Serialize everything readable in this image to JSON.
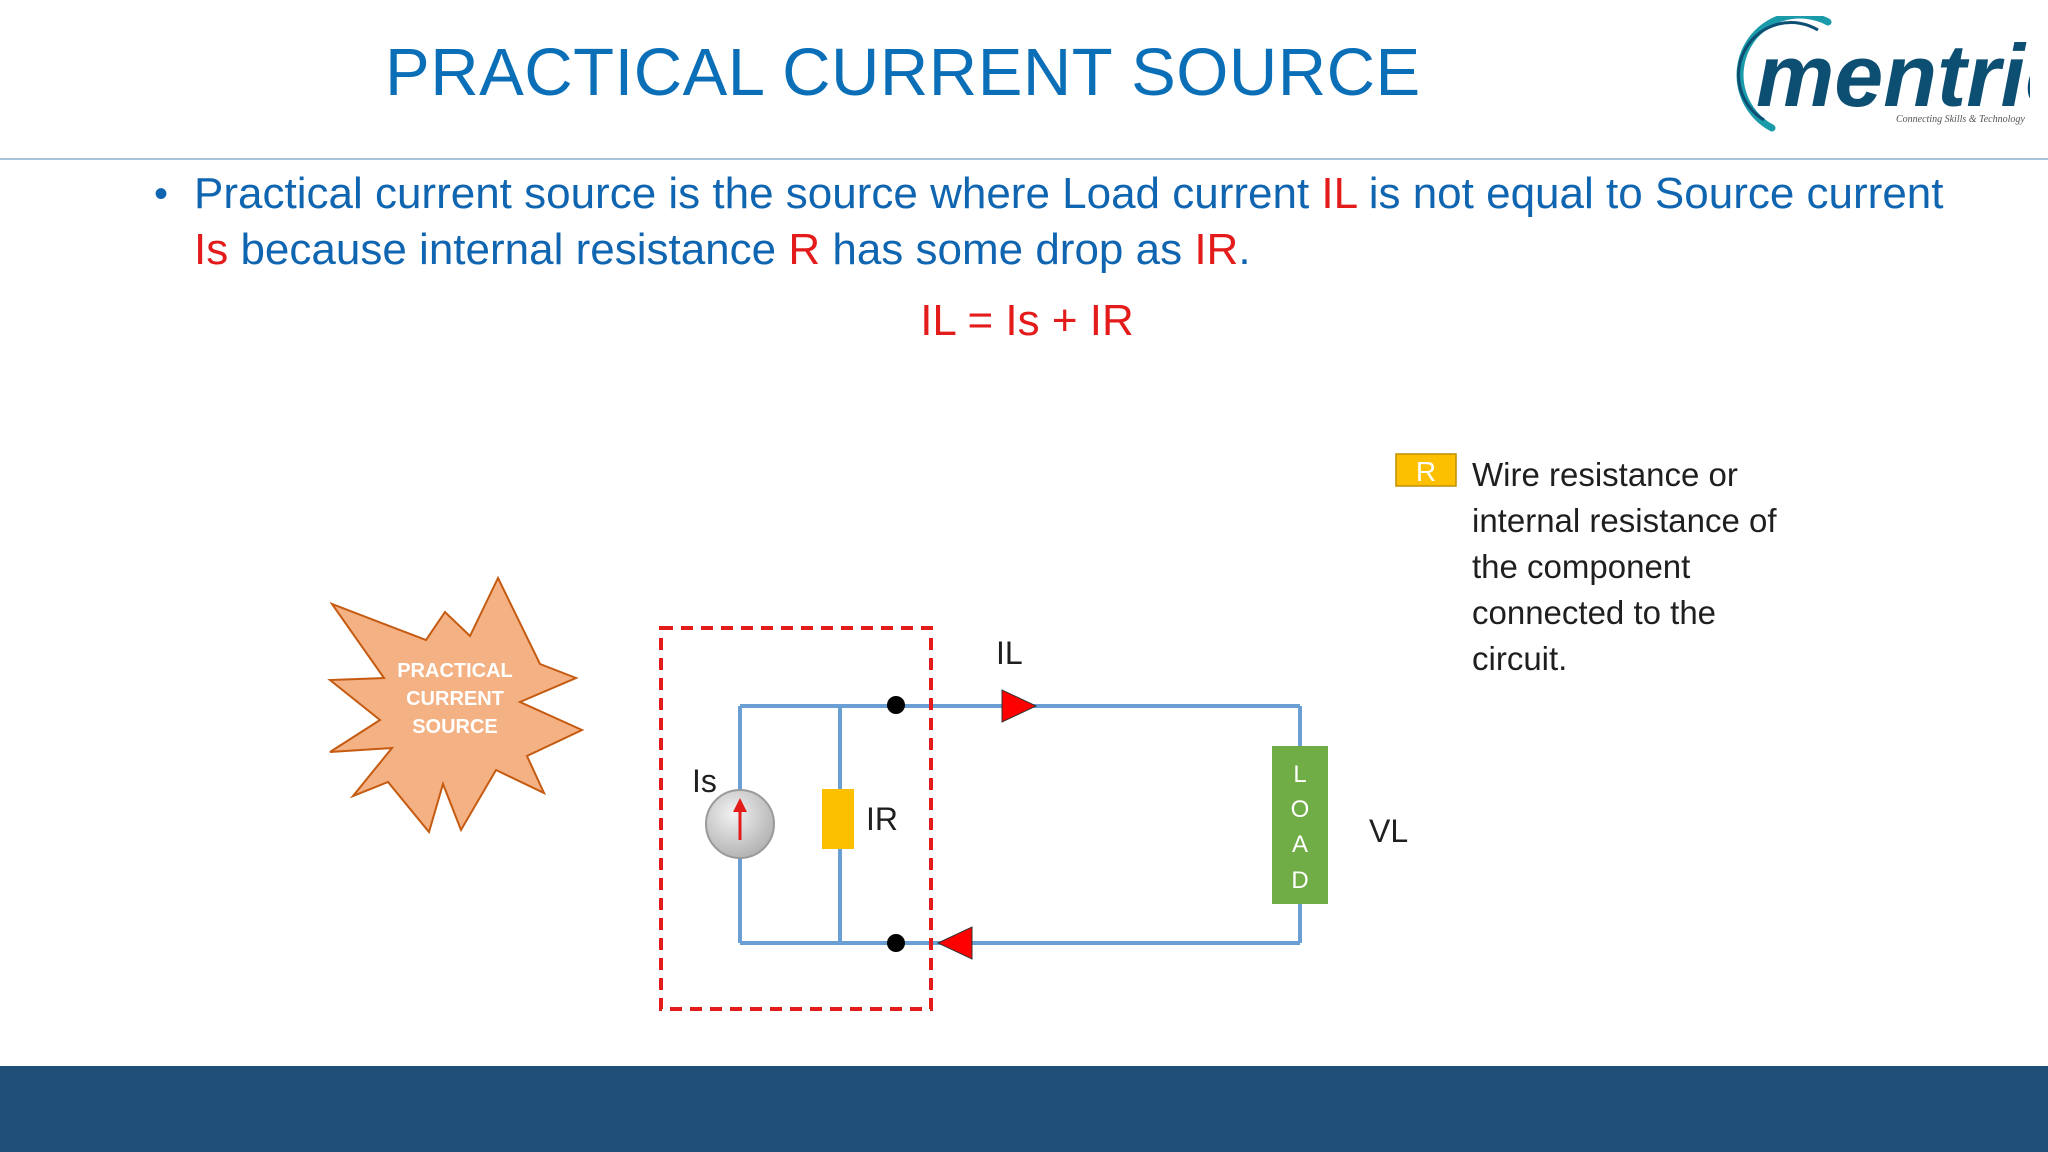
{
  "slide": {
    "title": "PRACTICAL CURRENT SOURCE",
    "bullet": {
      "parts": [
        {
          "text": "Practical current source is the source where Load current ",
          "highlight": false
        },
        {
          "text": "IL",
          "highlight": true
        },
        {
          "text": " is not equal to Source current ",
          "highlight": false
        },
        {
          "text": "Is",
          "highlight": true
        },
        {
          "text": " because internal resistance ",
          "highlight": false
        },
        {
          "text": "R",
          "highlight": true
        },
        {
          "text": " has some drop as ",
          "highlight": false
        },
        {
          "text": "IR",
          "highlight": true
        },
        {
          "text": ".",
          "highlight": false
        }
      ]
    },
    "equation": "IL = Is + IR"
  },
  "logo": {
    "text": "mentric",
    "tagline": "Connecting Skills & Technology"
  },
  "starburst": {
    "lines": [
      "PRACTICAL",
      "CURRENT",
      "SOURCE"
    ]
  },
  "legend": {
    "swatch_label": "R",
    "text": "Wire resistance or internal resistance of the component connected to the circuit."
  },
  "circuit": {
    "source_label": "Is",
    "resistor_label": "IR",
    "load_current_label": "IL",
    "load_letters": [
      "L",
      "O",
      "A",
      "D"
    ],
    "load_voltage_label": "VL"
  },
  "colors": {
    "title_blue": "#0b6fb8",
    "highlight_red": "#e31b1b",
    "wire_blue": "#6a9fd4",
    "resistor_yellow": "#fcc000",
    "load_green": "#70ad47",
    "star_fill": "#f4b183",
    "star_stroke": "#c55a11",
    "footer_blue": "#1f4e79",
    "boundary_red": "#e31b1b"
  }
}
